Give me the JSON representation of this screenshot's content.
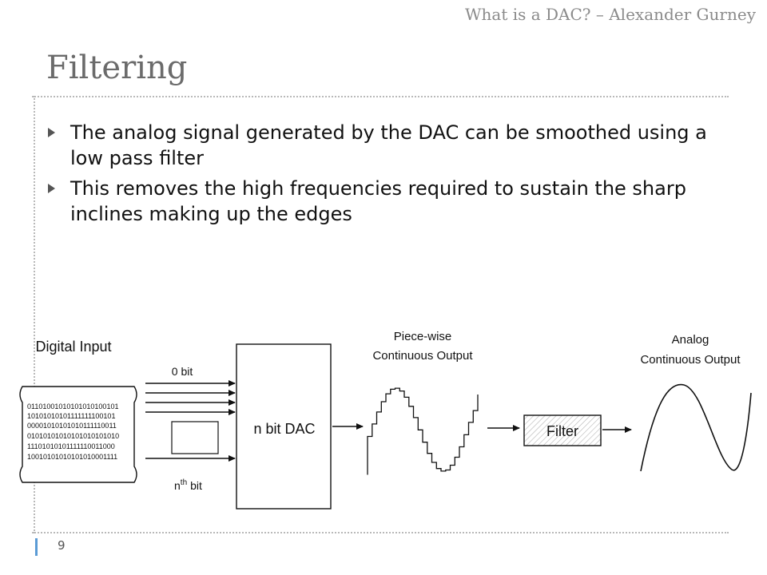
{
  "header": {
    "title": "What is a DAC? – Alexander Gurney"
  },
  "slide": {
    "title": "Filtering",
    "bullets": [
      "The analog signal generated by the DAC can be smoothed using a low pass filter",
      "This removes the high frequencies required to sustain the sharp inclines making up the edges"
    ],
    "page_number": "9"
  },
  "diagram": {
    "digital_input_label": "Digital Input",
    "binary_rows": [
      "01101001010101010100101",
      "10101010101111111100101",
      "00001010101010111110011",
      "01010101010101010101010",
      "11101010101111110011000",
      "10010101010101010001111"
    ],
    "zero_bit_label": "0 bit",
    "nth_bit_n": "n",
    "nth_bit_th": "th",
    "nth_bit_suffix": "bit",
    "dac_label": "n bit DAC",
    "piecewise_line1": "Piece-wise",
    "piecewise_line2": "Continuous Output",
    "filter_label": "Filter",
    "analog_line1": "Analog",
    "analog_line2": "Continuous Output"
  }
}
